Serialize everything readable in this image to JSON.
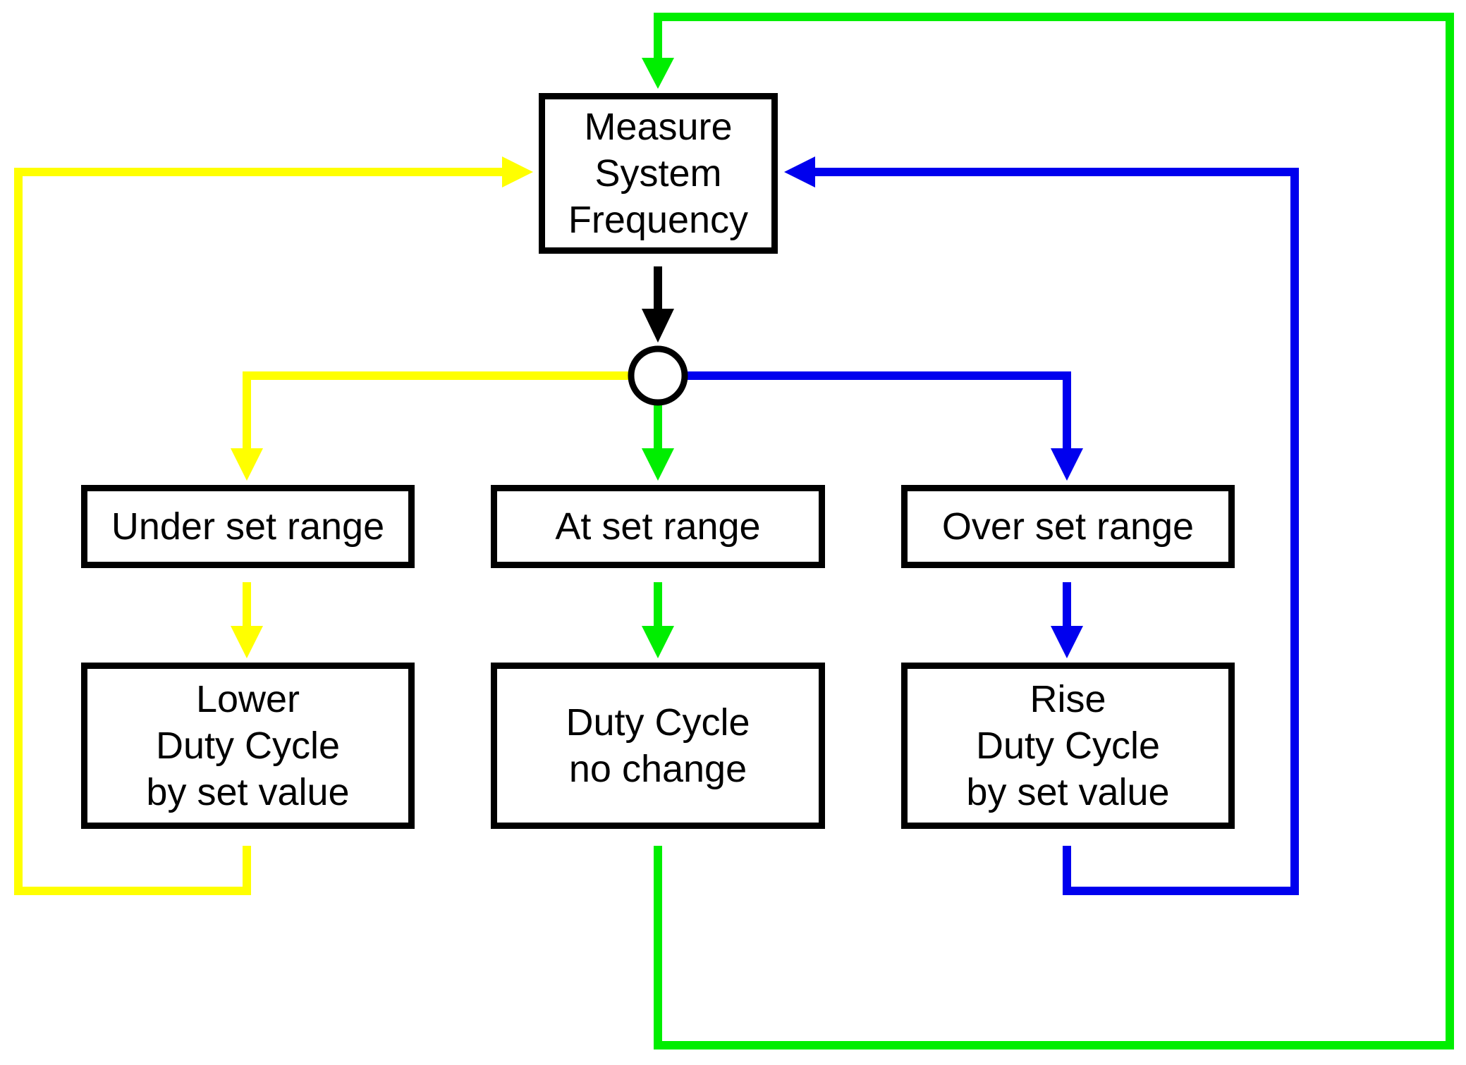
{
  "nodes": {
    "measure": "Measure\nSystem\nFrequency",
    "under": "Under set range",
    "at": "At set range",
    "over": "Over set range",
    "lower": "Lower\nDuty Cycle\nby set value",
    "nochange": "Duty Cycle\nno change",
    "rise": "Rise\nDuty Cycle\nby set value"
  },
  "colors": {
    "under_path": "#ffff00",
    "at_path": "#00ee00",
    "over_path": "#0000ee",
    "main_flow": "#000000"
  }
}
